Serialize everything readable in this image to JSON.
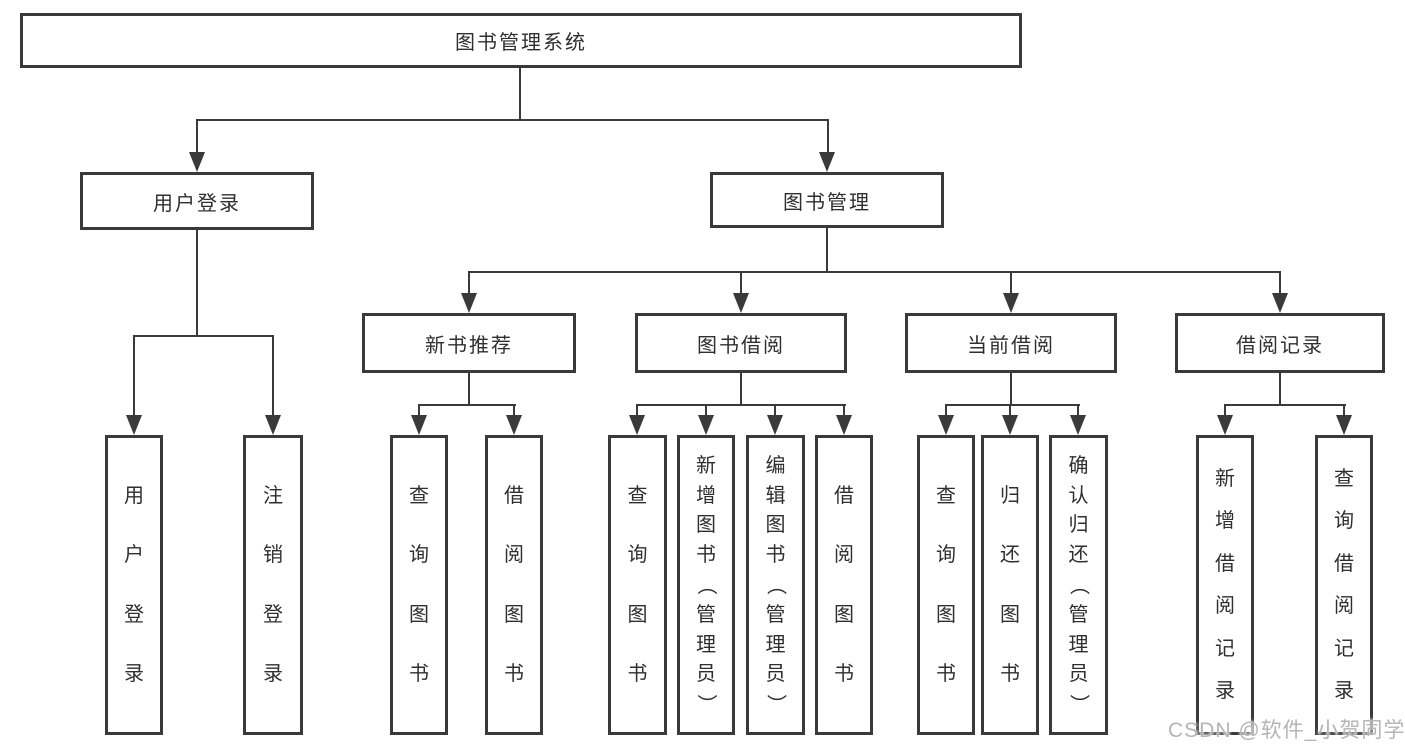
{
  "diagram": {
    "root_label": "图书管理系统",
    "level2": [
      "用户登录",
      "图书管理"
    ],
    "level3": [
      "新书推荐",
      "图书借阅",
      "当前借阅",
      "借阅记录"
    ],
    "leaves": {
      "user_login": [
        "用户登录",
        "注销登录"
      ],
      "new_book": [
        "查询图书",
        "借阅图书"
      ],
      "book_borrow": [
        "查询图书",
        "新增图书（管理员）",
        "编辑图书（管理员）",
        "借阅图书"
      ],
      "current_borrow": [
        "查询图书",
        "归还图书",
        "确认归还（管理员）"
      ],
      "borrow_record": [
        "新增借阅记录",
        "查询借阅记录"
      ]
    },
    "watermark": "CSDN @软件_小贺同学",
    "colors": {
      "line": "#3a3a3a",
      "text": "#2f2f2f",
      "watermark": "#b5b5b5",
      "background": "#ffffff"
    }
  }
}
